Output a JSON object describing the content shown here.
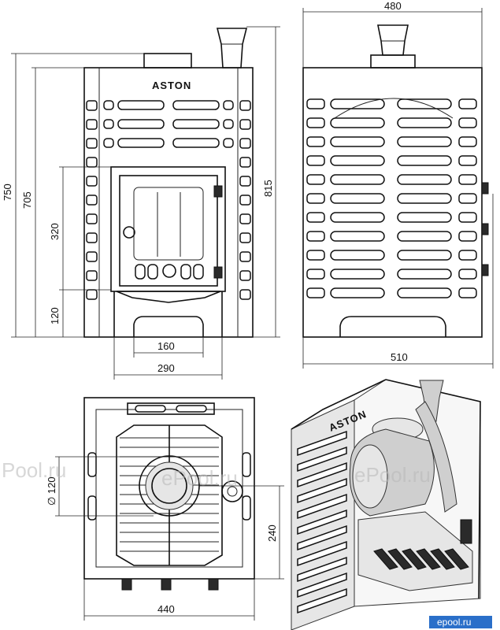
{
  "front_view": {
    "brand_logo": "ASTON",
    "dims": {
      "total_height": "750",
      "body_height": "705",
      "firebox_height": "320",
      "door_base_height": "120",
      "door_width": "160",
      "base_width": "290",
      "overall_height": "815"
    }
  },
  "side_view": {
    "dims": {
      "top_width": "480",
      "bottom_width": "510"
    }
  },
  "top_view": {
    "dims": {
      "flue_diameter": "∅ 120",
      "flue_offset": "240",
      "total_width": "440"
    }
  },
  "iso_view": {
    "brand_logo": "ASTON"
  },
  "watermarks": [
    "Pool.ru",
    "ePool.ru",
    "ePool.ru",
    "epool.ru"
  ],
  "colors": {
    "line": "#111111",
    "metal_light": "#e6e6e6",
    "metal_mid": "#cfcfcf",
    "watermark": "#b8b8b8",
    "badge": "#2a6fc9"
  }
}
